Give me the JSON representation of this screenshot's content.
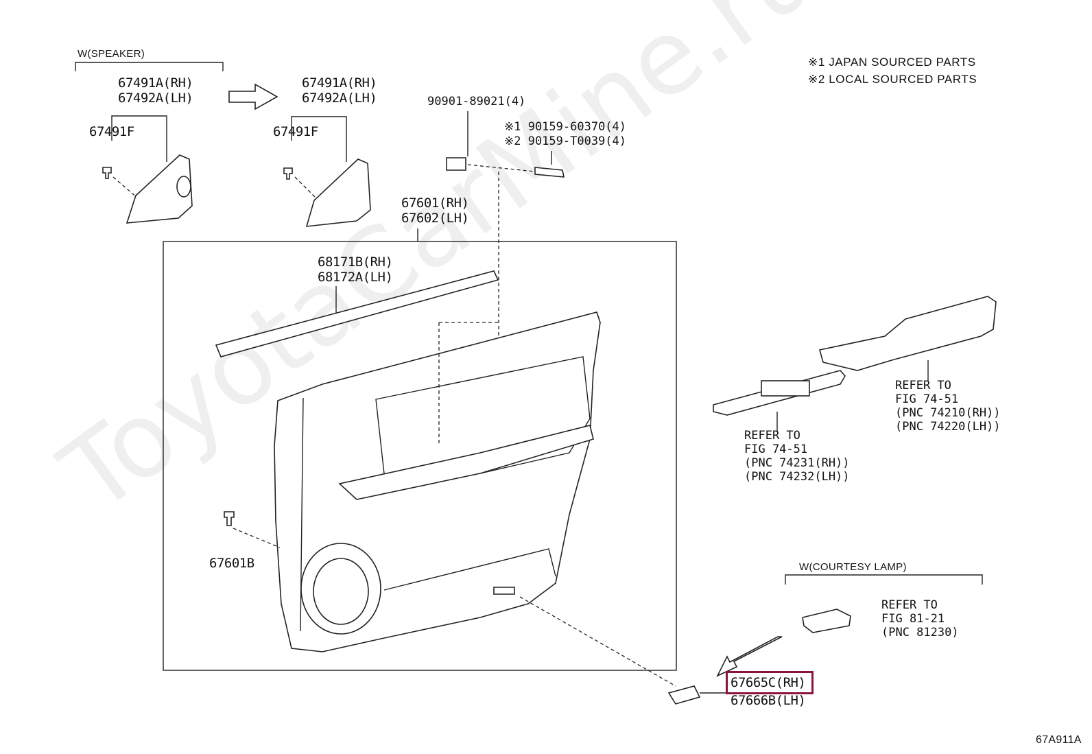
{
  "watermark": "ToyotaCarMine.ru",
  "notes": {
    "note1": "※1  JAPAN SOURCED PARTS",
    "note2": "※2  LOCAL SOURCED PARTS"
  },
  "group_speaker_label": "W(SPEAKER)",
  "group_courtesy_label": "W(COURTESY LAMP)",
  "parts": {
    "p67491a_rh_1": "67491A(RH)",
    "p67492a_lh_1": "67492A(LH)",
    "p67491f_1": "67491F",
    "p67491a_rh_2": "67491A(RH)",
    "p67492a_lh_2": "67492A(LH)",
    "p67491f_2": "67491F",
    "p90901": "90901-89021(4)",
    "p90159_1": "※1 90159-60370(4)",
    "p90159_2": "※2 90159-T0039(4)",
    "p67601": "67601(RH)",
    "p67602": "67602(LH)",
    "p68171b": "68171B(RH)",
    "p68172a": "68172A(LH)",
    "p67601b": "67601B",
    "p67665c": "67665C(RH)",
    "p67666b": "67666B(LH)"
  },
  "refs": {
    "ref_armrest": [
      "REFER TO",
      "FIG 74-51",
      "(PNC 74210(RH))",
      "(PNC 74220(LH))"
    ],
    "ref_switch": [
      "REFER TO",
      "FIG 74-51",
      "(PNC 74231(RH))",
      "(PNC 74232(LH))"
    ],
    "ref_lamp": [
      "REFER TO",
      "FIG 81-21",
      "(PNC 81230)"
    ]
  },
  "figure_code": "67A911A",
  "highlight_color": "#8a1538"
}
